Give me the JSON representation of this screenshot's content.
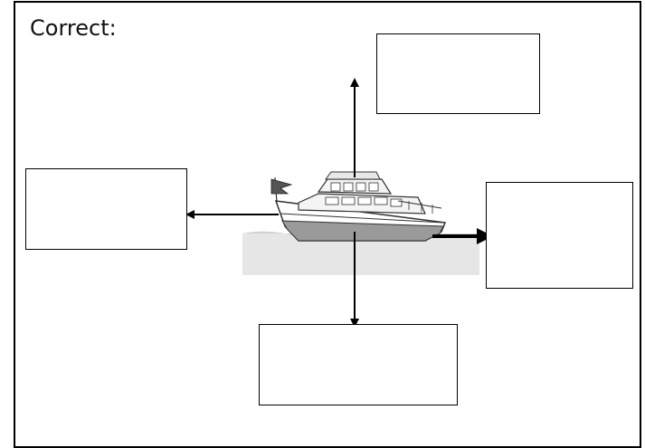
{
  "heading": "Correct:",
  "diagram": {
    "subject": "boat-icon",
    "forces": [
      {
        "direction": "up",
        "label": ""
      },
      {
        "direction": "left",
        "label": ""
      },
      {
        "direction": "right",
        "label": ""
      },
      {
        "direction": "down",
        "label": ""
      }
    ],
    "colors": {
      "arrow": "#000000",
      "water": "#e6e6e6",
      "hull": "#9a9a9a"
    }
  }
}
